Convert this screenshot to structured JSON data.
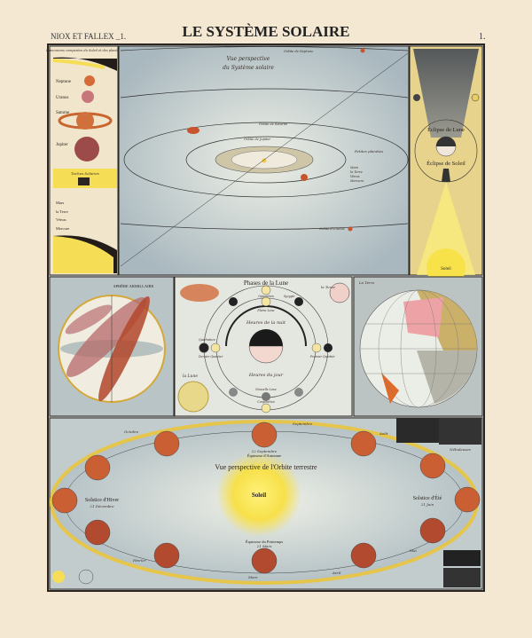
{
  "header": {
    "publisher": "NIOX ET FALLEX _1.",
    "title": "LE SYSTÈME SOLAIRE",
    "page_number": "1."
  },
  "colors": {
    "paper": "#f4e8d2",
    "sky": "#c9d3d6",
    "sun": "#f7e04a",
    "planet": "#c8532c",
    "frame": "#2b2622"
  },
  "solar_system": {
    "title_line1": "Vue perspective",
    "title_line2": "du Système solaire",
    "orbits": [
      "Orbite de Neptune",
      "Orbite de Saturne",
      "Orbite de Jupiter",
      "Orbite d'Uranus"
    ],
    "small_planets": {
      "title": "Petites planètes",
      "rows": [
        "Mars",
        "la Terre",
        "Vénus",
        "Mercure"
      ]
    }
  },
  "planets_column": {
    "heading": "Dimensions comparées du Soleil et des planètes",
    "items": [
      "Neptune",
      "Uranus",
      "Saturne",
      "Jupiter"
    ],
    "sunspots": "Taches Solaires",
    "small_items": [
      "Mars",
      "la Terre",
      "Vénus",
      "Mercure"
    ]
  },
  "eclipses": {
    "moon": "Éclipse de Lune",
    "sun": "Éclipse de Soleil",
    "soleil": "Soleil"
  },
  "armillary": {
    "title": "SPHÈRE ARMILLAIRE"
  },
  "moon_phases": {
    "title": "Phases de la Lune",
    "earth": "la Terre",
    "moon": "la Lune",
    "night": "Heures de la nuit",
    "day": "Heures du jour",
    "labels": [
      "Opposition",
      "Syzygie",
      "Pleine Lune",
      "Quadrature",
      "Premier Quartier",
      "Dernier Quartier",
      "Nouvelle Lune",
      "Conjonction"
    ]
  },
  "globe": {
    "title": "La Terre"
  },
  "earth_orbit": {
    "title": "Vue perspective de l'Orbite terrestre",
    "sun": "Soleil",
    "autumn": "Équinoxe d'Automne",
    "autumn_date": "22 Septembre",
    "spring": "Équinoxe du Printemps",
    "spring_date": "21 Mars",
    "winter": "Solstice d'Hiver",
    "winter_date": "21 Décembre",
    "summer": "Solstice d'Été",
    "summer_date": "21 Juin",
    "months": [
      "Septembre",
      "Août",
      "Octobre",
      "Février",
      "Mars",
      "Avril",
      "Mai"
    ],
    "nebulae": "Nébuleuses"
  }
}
